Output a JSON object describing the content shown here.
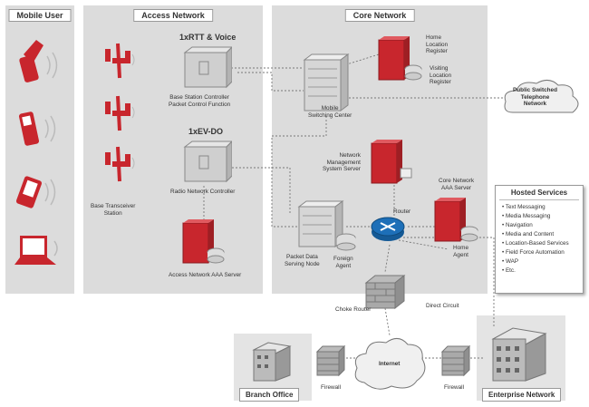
{
  "zones": {
    "mobile_user": "Mobile User",
    "access_network": "Access Network",
    "core_network": "Core Network"
  },
  "access": {
    "tech_1x": "1xRTT & Voice",
    "tech_ev": "1xEV-DO",
    "bsc_label": "Base Station Controller\nPacket Control Function",
    "rnc_label": "Radio Network Controller",
    "bts_label": "Base Transceiver\nStation",
    "aaa_label": "Access Network AAA Server"
  },
  "core": {
    "hlr_label": "Home\nLocation\nRegister",
    "vlr_label": "Visiting\nLocation\nRegister",
    "msc_label": "Mobile\nSwitching Center",
    "nms_label": "Network\nManagement\nSystem Server",
    "core_aaa_label": "Core Network\nAAA Server",
    "router_label": "Router",
    "pdsn_label": "Packet Data\nServing Node",
    "foreign_agent_label": "Foreign\nAgent",
    "home_agent_label": "Home\nAgent"
  },
  "pstn_label": "Public Switched\nTelephone\nNetwork",
  "hosted_services": {
    "title": "Hosted Services",
    "items": [
      "Text Messaging",
      "Media Messaging",
      "Navigation",
      "Media and Content",
      "Location-Based Services",
      "Field Force Automation",
      "WAP",
      "Etc."
    ]
  },
  "bottom": {
    "choke_router": "Choke Router",
    "direct_circuit": "Direct Circuit",
    "internet": "Internet",
    "firewall_left": "Firewall",
    "firewall_right": "Firewall",
    "branch_office": "Branch Office",
    "enterprise_network": "Enterprise Network"
  },
  "colors": {
    "zone_bg": "#dcdcdc",
    "device_red": "#c8262d",
    "router_blue": "#1d6fb8",
    "server_gray": "#cfcfcf"
  }
}
